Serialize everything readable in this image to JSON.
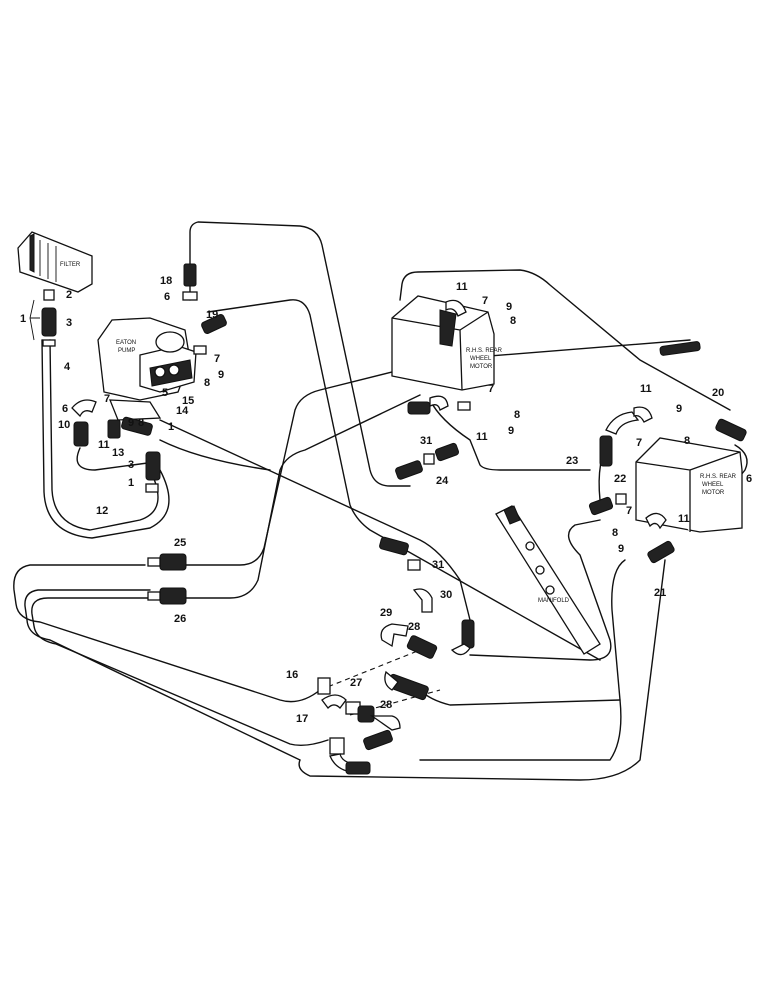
{
  "component_labels": {
    "filter": "FILTER",
    "pump_l1": "EATON",
    "pump_l2": "PUMP",
    "lh_motor_l1": "R.H.S. REAR",
    "lh_motor_l2": "WHEEL",
    "lh_motor_l3": "MOTOR",
    "rh_motor_l1": "R.H.S. REAR",
    "rh_motor_l2": "WHEEL",
    "rh_motor_l3": "MOTOR",
    "manifold": "MANIFOLD"
  },
  "callouts": [
    "1",
    "2",
    "3",
    "4",
    "6",
    "10",
    "11",
    "13",
    "9",
    "8",
    "7",
    "5",
    "15",
    "14",
    "1",
    "3",
    "1",
    "12",
    "18",
    "6",
    "19",
    "7",
    "8",
    "9",
    "11",
    "7",
    "9",
    "8",
    "7",
    "8",
    "11",
    "9",
    "31",
    "24",
    "11",
    "9",
    "8",
    "7",
    "20",
    "23",
    "22",
    "7",
    "11",
    "8",
    "9",
    "6",
    "21",
    "25",
    "26",
    "31",
    "30",
    "29",
    "28",
    "16",
    "27",
    "28",
    "17"
  ]
}
